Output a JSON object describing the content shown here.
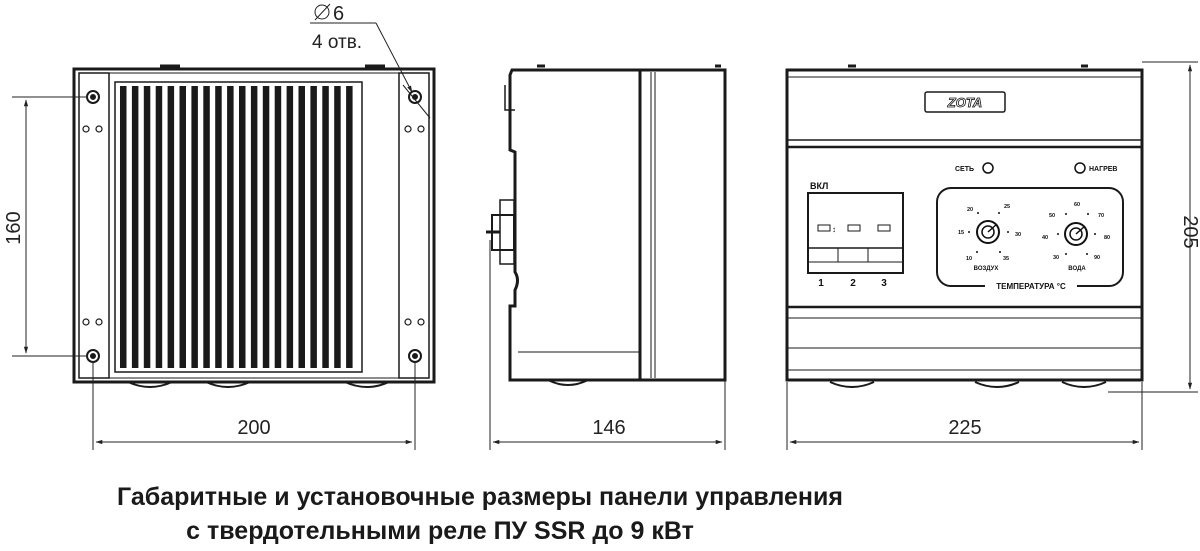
{
  "dimensions": {
    "hole_diameter": "6",
    "hole_count": "4 отв.",
    "height_left": "160",
    "width_front": "200",
    "depth_side": "146",
    "width_right": "225",
    "height_right": "205"
  },
  "panel": {
    "logo": "ZOTA",
    "indicator_network": "СЕТЬ",
    "indicator_heating": "НАГРЕВ",
    "breaker_label": "ВКЛ",
    "breaker_poles": [
      "1",
      "2",
      "3"
    ],
    "temperature_label": "ТЕМПЕРАТУРА °С",
    "knob_air": {
      "label": "ВОЗДУХ",
      "scale": [
        "20",
        "25",
        "15",
        "30",
        "10",
        "35"
      ]
    },
    "knob_water": {
      "label": "ВОДА",
      "scale": [
        "60",
        "50",
        "70",
        "40",
        "80",
        "30",
        "90"
      ]
    }
  },
  "caption": {
    "line1": "Габаритные и установочные размеры панели управления",
    "line2": "с твердотельными реле ПУ SSR до 9 кВт"
  }
}
